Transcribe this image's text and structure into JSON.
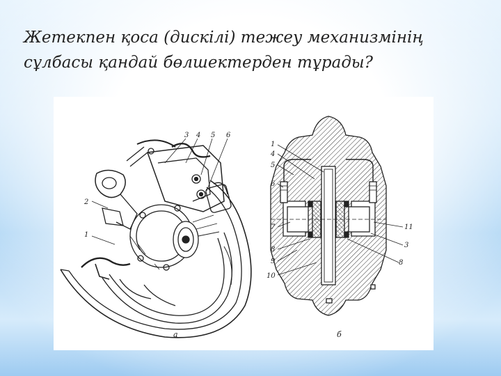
{
  "slide": {
    "title": "Жетекпен қоса (дискілі) тежеу механизмінің сұлбасы қандай бөлшектерден тұрады?"
  },
  "figure": {
    "left_view": {
      "caption": "а",
      "labels": [
        "3",
        "4",
        "5",
        "6",
        "2",
        "1"
      ]
    },
    "right_view": {
      "caption": "б",
      "left_labels": [
        "1",
        "4",
        "5",
        "6",
        "7",
        "8",
        "9",
        "10"
      ],
      "right_labels": [
        "11",
        "3",
        "8"
      ]
    }
  }
}
